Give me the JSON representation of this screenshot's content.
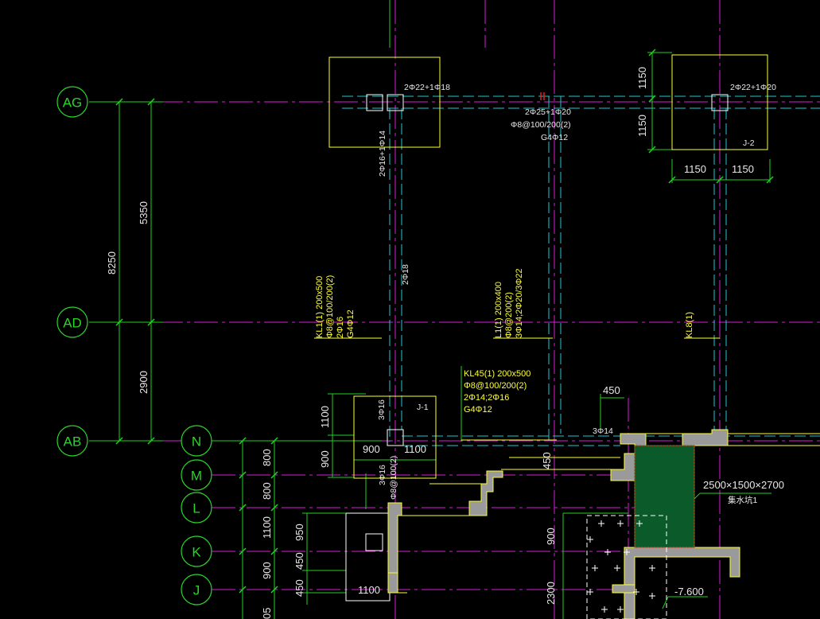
{
  "colors": {
    "background": "#000000",
    "axis": "#2bd42b",
    "grid": "#d81bd8",
    "beam": "#1ec8d2",
    "outline": "#ffff33",
    "dimension": "#1ed41e",
    "text": "#e8e8e8",
    "wall_fill": "#9a9a9a",
    "pit_fill": "#0b5a2a",
    "pit_border": "#e02020"
  },
  "axes": {
    "AG": "AG",
    "AD": "AD",
    "AB": "AB",
    "N": "N",
    "M": "M",
    "L": "L",
    "K": "K",
    "J": "J"
  },
  "dimensions": {
    "left_total": "8250",
    "left_upper": "5350",
    "left_lower": "2900",
    "col_800a": "800",
    "col_800b": "800",
    "col_1100": "1100",
    "col_900": "900",
    "col_bottom": "05",
    "j1_1100": "1100",
    "j1_900": "900",
    "j1_w900": "900",
    "j1_w1100": "1100",
    "k_950": "950",
    "k_450a": "450",
    "k_450b": "450",
    "k_1100": "1100",
    "j2_1150a": "1150",
    "j2_1150b": "1150",
    "j2_1150c": "1150",
    "j2_1150d": "1150",
    "top_450": "450",
    "mid_450": "450",
    "mid_900": "900",
    "mid_2300": "2300",
    "elev": "-7.600"
  },
  "labels": {
    "j1": "J-1",
    "j2": "J-2",
    "rebar_2phi22_1": "2Φ22+1Φ18",
    "rebar_2phi22_2": "2Φ22+1Φ20",
    "rebar_2phi25": "2Φ25+1Φ20",
    "stirrup_top": "Φ8@100/200(2)",
    "g4_top": "G4Φ12",
    "rebar_v1": "2Φ16+1Φ14",
    "rebar_v2": "2Φ18",
    "kl1_1": "KL1(1) 200x500",
    "kl1_2": "Φ8@100/200(2)",
    "kl1_3": "2Φ16",
    "kl1_4": "G4Φ12",
    "l1_1": "L1(1) 200x400",
    "l1_2": "Φ8@200(2)",
    "l1_3": "3Φ14;2Φ20/3Φ22",
    "kl8": "KL8(1)",
    "kl45_1": "KL45(1) 200x500",
    "kl45_2": "Φ8@100/200(2)",
    "kl45_3": "2Φ14;2Φ16",
    "kl45_4": "G4Φ12",
    "j1_3phi16": "3Φ16",
    "rebar_3phi14": "3Φ14",
    "rebar_3phi16": "3Φ16",
    "rebar_phi8": "Φ8@100(2)",
    "pit_size": "2500×1500×2700",
    "pit_name": "集水坑1"
  }
}
